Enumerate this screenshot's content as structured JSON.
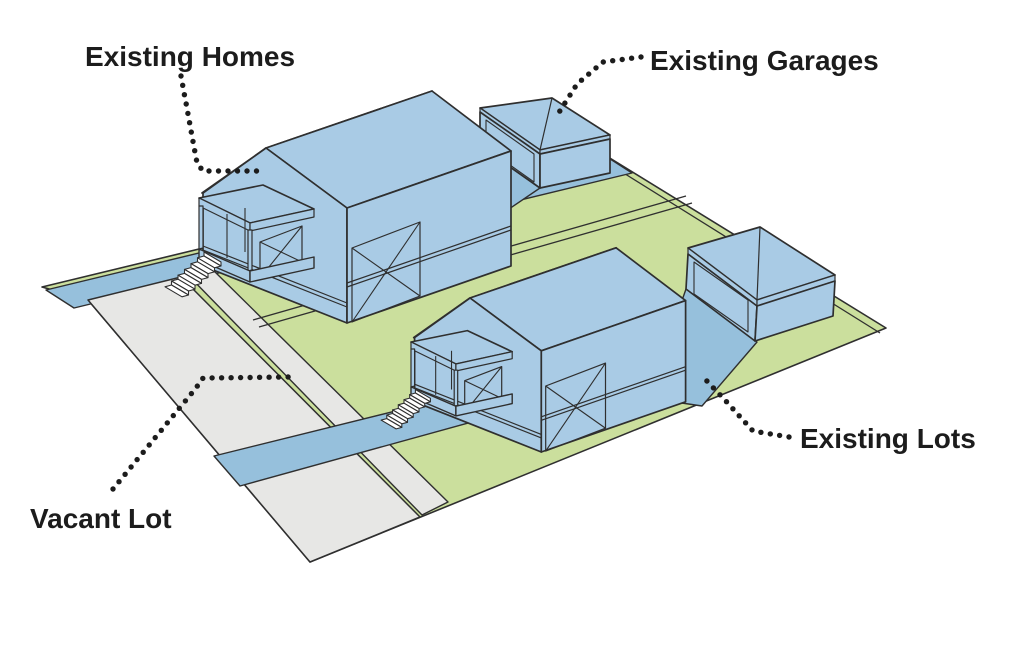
{
  "diagram": {
    "type": "axonometric-site-diagram",
    "labels": [
      {
        "id": "existing-homes",
        "text": "Existing Homes"
      },
      {
        "id": "existing-garages",
        "text": "Existing Garages"
      },
      {
        "id": "vacant-lot",
        "text": "Vacant Lot"
      },
      {
        "id": "existing-lots",
        "text": "Existing Lots"
      }
    ],
    "counts": {
      "homes": 2,
      "garages": 2
    },
    "colors": {
      "building_blue": "#a9cbe5",
      "paving_blue": "#96c0dc",
      "lot_green": "#cbdf9d",
      "road_gray": "#e7e7e5",
      "steps_white": "#ffffff",
      "outline": "#2f2f2f",
      "label_text": "#1c1c1c",
      "background": "#ffffff"
    }
  }
}
